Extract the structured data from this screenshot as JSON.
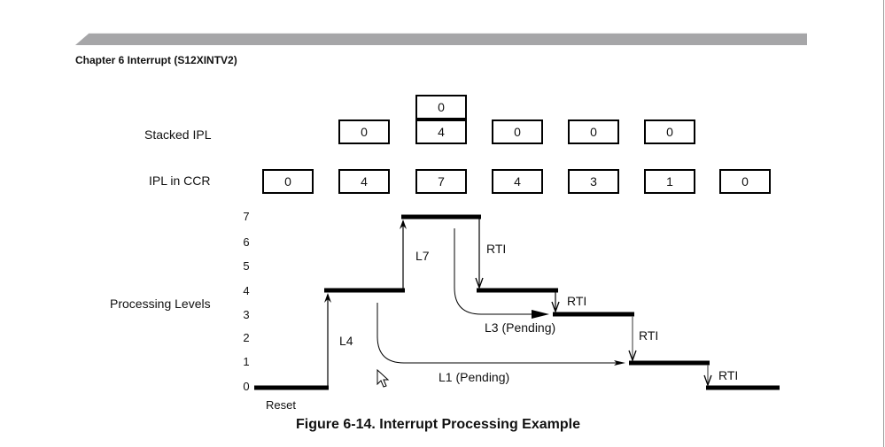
{
  "document": {
    "running_header": "Chapter 6 Interrupt (S12XINTV2)",
    "figure_caption": "Figure 6-14. Interrupt Processing Example"
  },
  "figure": {
    "rows": {
      "stacked_ipl_label": "Stacked IPL",
      "ipl_in_ccr_label": "IPL in CCR",
      "processing_levels_label": "Processing Levels"
    },
    "stacked_ipl": [
      {
        "column": 2,
        "values": [
          "0"
        ]
      },
      {
        "column": 3,
        "values": [
          "0",
          "4"
        ]
      },
      {
        "column": 4,
        "values": [
          "0"
        ]
      },
      {
        "column": 5,
        "values": [
          "0"
        ]
      },
      {
        "column": 6,
        "values": [
          "0"
        ]
      }
    ],
    "ipl_in_ccr": [
      "0",
      "4",
      "7",
      "4",
      "3",
      "1",
      "0"
    ],
    "level_axis": [
      "0",
      "1",
      "2",
      "3",
      "4",
      "5",
      "6",
      "7"
    ],
    "processing_steps": [
      {
        "stage": 1,
        "level": 0,
        "label": "Reset"
      },
      {
        "stage": 2,
        "level": 4
      },
      {
        "stage": 3,
        "level": 7
      },
      {
        "stage": 4,
        "level": 4
      },
      {
        "stage": 5,
        "level": 3
      },
      {
        "stage": 6,
        "level": 1
      },
      {
        "stage": 7,
        "level": 0
      }
    ],
    "transitions": [
      {
        "from_stage": 1,
        "to_stage": 2,
        "label": "L4",
        "kind": "interrupt"
      },
      {
        "from_stage": 2,
        "to_stage": 3,
        "label": "L7",
        "kind": "interrupt"
      },
      {
        "from_stage": 3,
        "to_stage": 4,
        "label": "RTI",
        "kind": "return"
      },
      {
        "from_stage": 4,
        "to_stage": 5,
        "label": "RTI",
        "kind": "return"
      },
      {
        "from_stage": 5,
        "to_stage": 6,
        "label": "RTI",
        "kind": "return"
      },
      {
        "from_stage": 6,
        "to_stage": 7,
        "label": "RTI",
        "kind": "return"
      }
    ],
    "pending": [
      {
        "label": "L3 (Pending)",
        "from_stage": 3,
        "to_stage": 5
      },
      {
        "label": "L1 (Pending)",
        "from_stage": 2,
        "to_stage": 6
      }
    ]
  }
}
